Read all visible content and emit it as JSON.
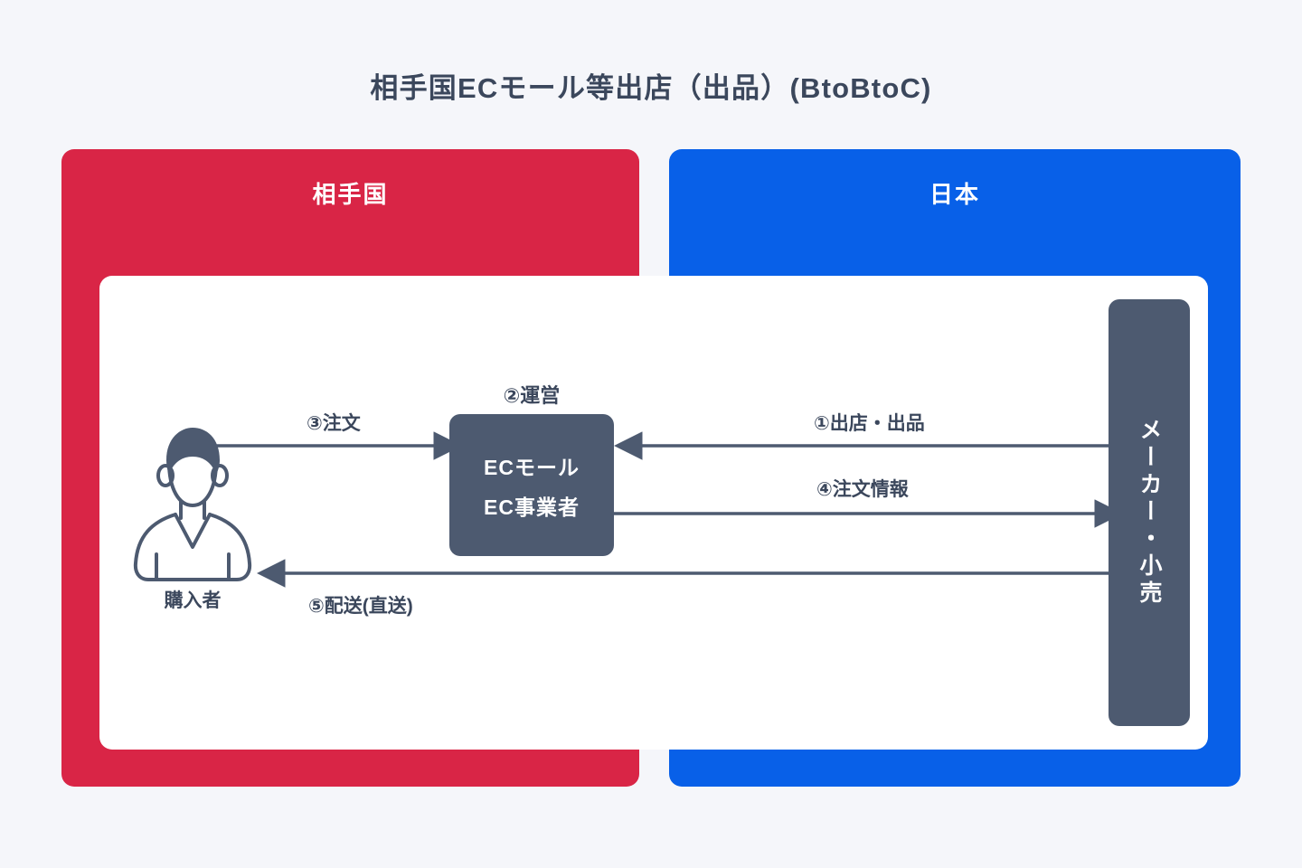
{
  "title": "相手国ECモール等出店（出品）(BtoBtoC)",
  "colors": {
    "background": "#f5f6fa",
    "panel_left": "#d92546",
    "panel_right": "#0860e8",
    "node": "#4d5a70",
    "card": "#ffffff",
    "text": "#3b475c"
  },
  "panels": {
    "left": {
      "label": "相手国"
    },
    "right": {
      "label": "日本"
    }
  },
  "nodes": {
    "buyer": {
      "label": "購入者",
      "icon": "person-icon"
    },
    "ec_operator": {
      "line1": "ECモール",
      "line2": "EC事業者",
      "caption": "②運営"
    },
    "maker": {
      "label": "メーカー・小売"
    }
  },
  "flows": [
    {
      "id": "listing",
      "number": "①",
      "label": "①出店・出品",
      "from": "maker",
      "to": "ec_operator",
      "direction": "left"
    },
    {
      "id": "operate",
      "number": "②",
      "label": "②運営",
      "from": "maker",
      "to": "ec_operator",
      "direction": "caption"
    },
    {
      "id": "order",
      "number": "③",
      "label": "③注文",
      "from": "buyer",
      "to": "ec_operator",
      "direction": "right"
    },
    {
      "id": "order_info",
      "number": "④",
      "label": "④注文情報",
      "from": "ec_operator",
      "to": "maker",
      "direction": "right"
    },
    {
      "id": "delivery",
      "number": "⑤",
      "label": "⑤配送(直送)",
      "from": "maker",
      "to": "buyer",
      "direction": "left"
    }
  ]
}
